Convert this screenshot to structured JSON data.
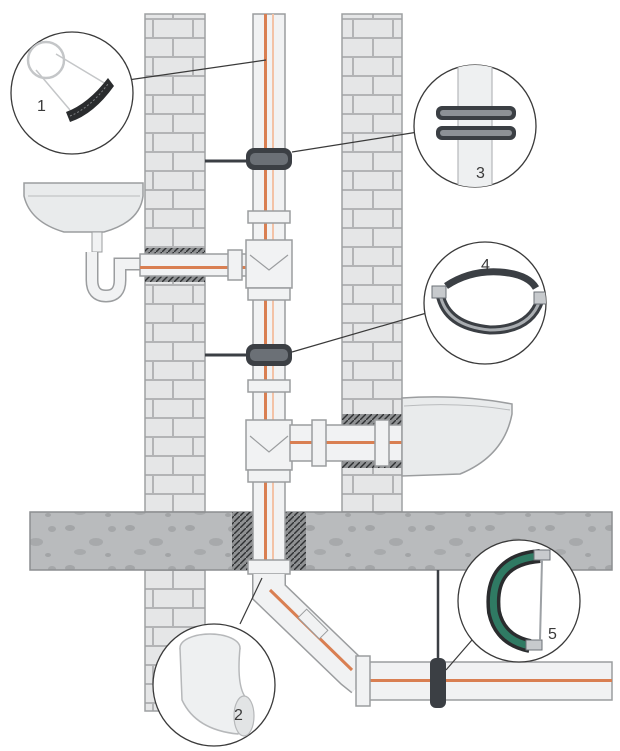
{
  "callouts": [
    {
      "number": "1",
      "depicts": "sound-insulation-wrap-icon"
    },
    {
      "number": "2",
      "depicts": "pipe-elbow-45-icon"
    },
    {
      "number": "3",
      "depicts": "pipe-clamp-mounted-icon"
    },
    {
      "number": "4",
      "depicts": "pipe-clamp-open-icon"
    },
    {
      "number": "5",
      "depicts": "pipe-clamp-rubber-lined-icon"
    }
  ],
  "colors": {
    "brick": "#e5e6e7",
    "mortar": "#b3b4b6",
    "concrete": "#b9bbbd",
    "pipe": "#f1f2f3",
    "pipe_outline": "#9b9d9f",
    "pipe_stripe": "#d97f52",
    "insulation": "#5a5a5a",
    "clamp": "#3b3f44",
    "clamp_green": "#2f7a63",
    "fixture": "#e9ebec"
  }
}
